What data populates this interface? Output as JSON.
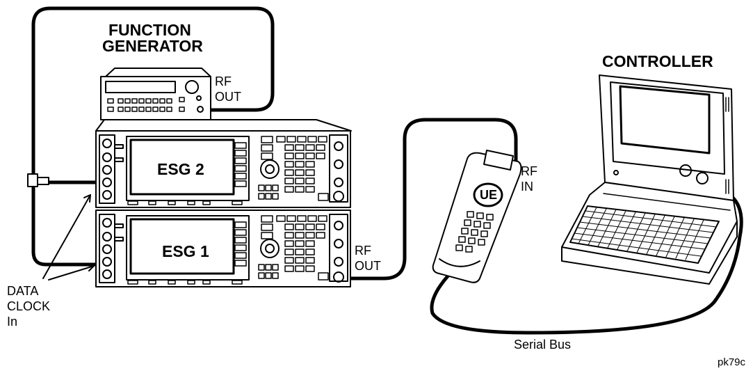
{
  "labels": {
    "function_generator_line1": "FUNCTION",
    "function_generator_line2": "GENERATOR",
    "controller": "CONTROLLER",
    "fg_rf_out_line1": "RF",
    "fg_rf_out_line2": "OUT",
    "esg2": "ESG 2",
    "esg1": "ESG 1",
    "esg1_rf_out_line1": "RF",
    "esg1_rf_out_line2": "OUT",
    "ue_rf_in_line1": "RF",
    "ue_rf_in_line2": "IN",
    "ue": "UE",
    "data_clock_line1": "DATA",
    "data_clock_line2": "CLOCK",
    "data_clock_line3": "In",
    "serial_bus": "Serial Bus",
    "figure_id": "pk79c"
  }
}
